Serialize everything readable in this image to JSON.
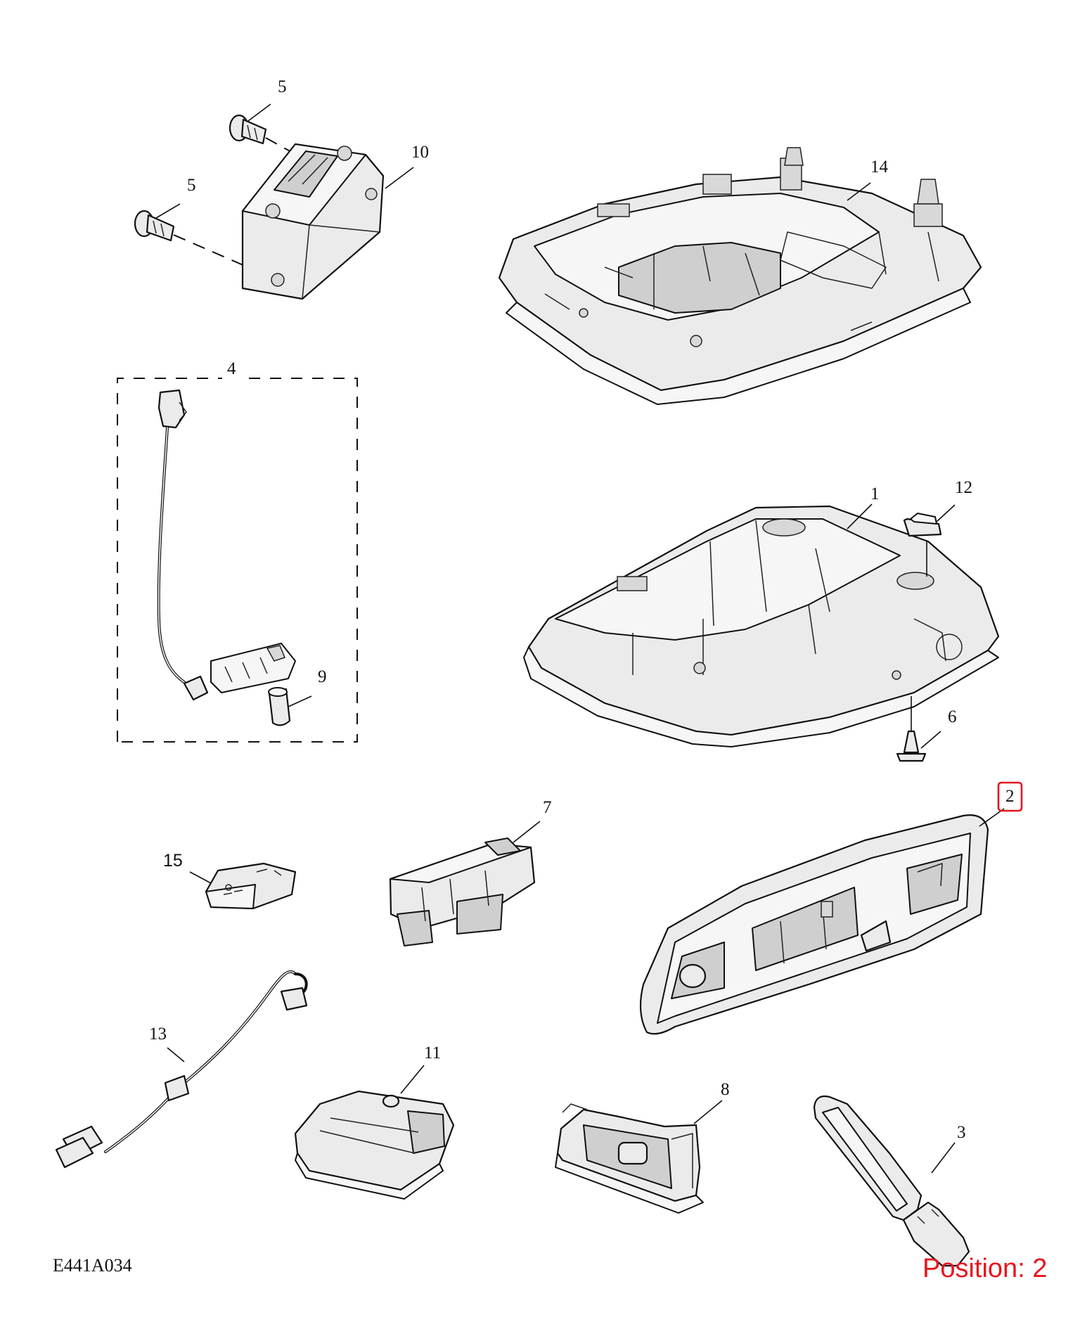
{
  "diagram": {
    "reference_code": "E441A034",
    "position_label": "Position: 2",
    "highlight_color": "#e8141e",
    "highlighted_callout": "2",
    "callouts": {
      "c1": "1",
      "c2": "2",
      "c3": "3",
      "c4": "4",
      "c5a": "5",
      "c5b": "5",
      "c6": "6",
      "c7": "7",
      "c8": "8",
      "c9": "9",
      "c10": "10",
      "c11": "11",
      "c12": "12",
      "c13": "13",
      "c14": "14",
      "c15": "15"
    }
  }
}
